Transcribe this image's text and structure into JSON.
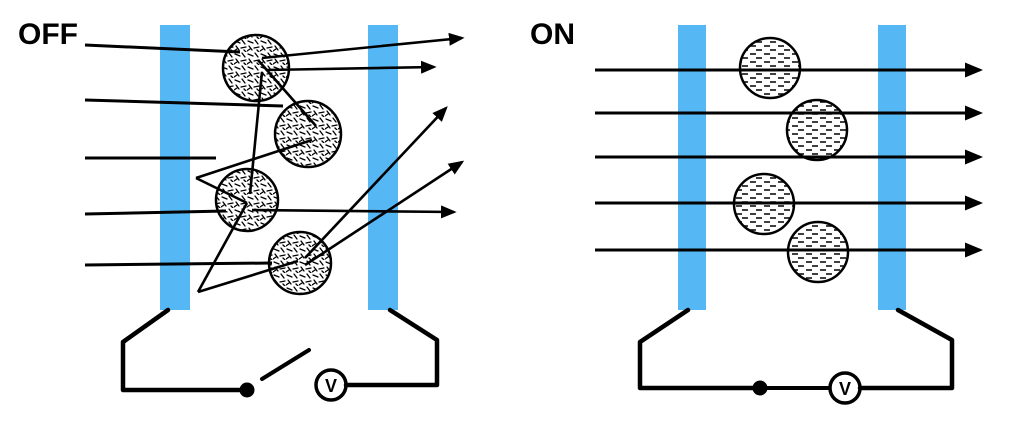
{
  "colors": {
    "electrode": "#55b8f5",
    "ink": "#000000"
  },
  "panels": {
    "off": {
      "label": "OFF",
      "voltmeter_label": "V",
      "switch_state": "open",
      "droplet_texture": "scattered",
      "droplets": [
        [
          256,
          68,
          33
        ],
        [
          308,
          134,
          33
        ],
        [
          247,
          200,
          31
        ],
        [
          300,
          263,
          31
        ]
      ],
      "rays_in": [
        [
          85,
          45,
          240,
          52
        ],
        [
          85,
          100,
          283,
          106
        ],
        [
          85,
          158,
          216,
          158
        ],
        [
          85,
          214,
          226,
          211
        ],
        [
          85,
          265,
          272,
          263
        ]
      ],
      "scatter_lines": [
        [
          258,
          60,
          316,
          126
        ],
        [
          312,
          140,
          196,
          178
        ],
        [
          196,
          178,
          247,
          203
        ],
        [
          247,
          203,
          198,
          292
        ],
        [
          198,
          292,
          298,
          261
        ],
        [
          262,
          72,
          250,
          194
        ]
      ],
      "rays_out": [
        [
          262,
          58,
          462,
          38
        ],
        [
          266,
          70,
          434,
          67
        ],
        [
          305,
          258,
          446,
          108
        ],
        [
          252,
          210,
          454,
          212
        ],
        [
          305,
          265,
          462,
          162
        ]
      ]
    },
    "on": {
      "label": "ON",
      "voltmeter_label": "V",
      "switch_state": "closed",
      "droplet_texture": "aligned",
      "droplets": [
        [
          770,
          68,
          30
        ],
        [
          817,
          130,
          30
        ],
        [
          764,
          204,
          30
        ],
        [
          818,
          252,
          30
        ]
      ],
      "rays_through": [
        [
          595,
          70,
          980,
          70
        ],
        [
          595,
          113,
          980,
          113
        ],
        [
          595,
          157,
          980,
          157
        ],
        [
          595,
          203,
          980,
          203
        ],
        [
          595,
          250,
          980,
          250
        ]
      ]
    }
  }
}
